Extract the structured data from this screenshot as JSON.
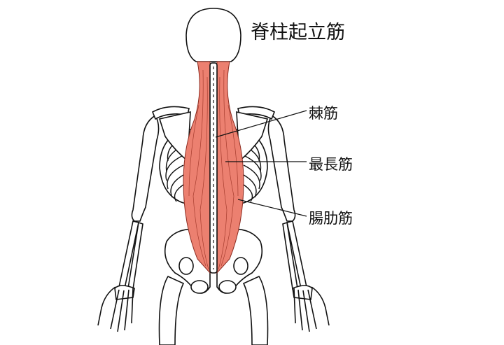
{
  "title": "脊柱起立筋",
  "labels": {
    "spinalis": "棘筋",
    "longissimus": "最長筋",
    "iliocostalis": "腸肋筋"
  },
  "colors": {
    "muscle": "#ec8070",
    "outline": "#111111"
  }
}
